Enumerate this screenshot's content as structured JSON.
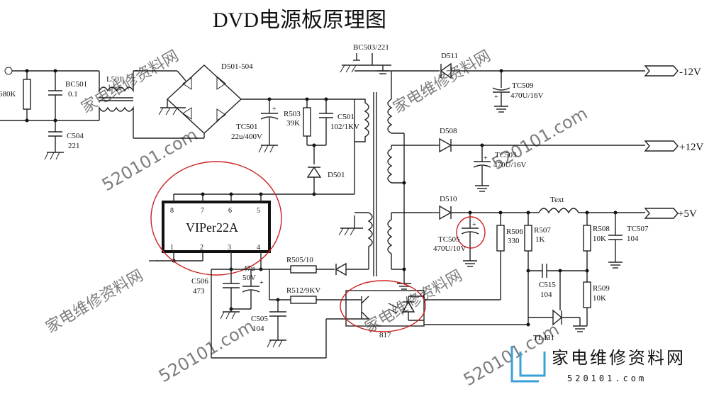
{
  "title": "DVD电源板原理图",
  "ic": {
    "name": "VIPer22A",
    "pins_top": [
      "8",
      "7",
      "6",
      "5"
    ],
    "pins_bottom": [
      "1",
      "2",
      "3",
      "4"
    ]
  },
  "components": {
    "r680k": "680K",
    "bc501": "BC501",
    "bc501_val": "0.1",
    "l501": "L501",
    "c504": "C504",
    "c504_val": "221",
    "d501_504": "D501-504",
    "bc503": "BC503/221",
    "tc501": "TC501",
    "tc501_val": "22u/400V",
    "r503": "R503",
    "r503_val": "39K",
    "c501": "C501",
    "c501_val": "102/1KV",
    "d501": "D501",
    "d511": "D511",
    "tc509a": "TC509",
    "tc509a_val": "470U/16V",
    "d508": "D508",
    "tc503": "TC503",
    "tc503_val": "470U/16V",
    "d510": "D510",
    "tc505": "TC505",
    "tc505_val": "470U/10V",
    "text_l": "Text",
    "r506": "R506",
    "r506_val": "330",
    "r507": "R507",
    "r507_val": "1K",
    "r508": "R508",
    "r508_val": "10K",
    "tc507": "TC507",
    "tc507_val": "104",
    "c515": "C515",
    "c515_val": "104",
    "r509": "R509",
    "r509_val": "10K",
    "tl431": "TL431",
    "c506": "C506",
    "c506_val": "473",
    "cap47u": "47u",
    "cap47u_v": "50V",
    "r505": "R505/10",
    "r512": "R512/9KV",
    "c505": "C505",
    "c505_val": "104",
    "opto": "817"
  },
  "outputs": [
    "-12V",
    "+12V",
    "+5V"
  ],
  "watermark": {
    "site": "520101.com",
    "cn": "家电维修资料网",
    "logo_domain": "520101.com"
  },
  "colors": {
    "line": "#222222",
    "highlight": "#cc2222",
    "watermark": "#b8b8b8",
    "logo": "#3aa0d8"
  }
}
